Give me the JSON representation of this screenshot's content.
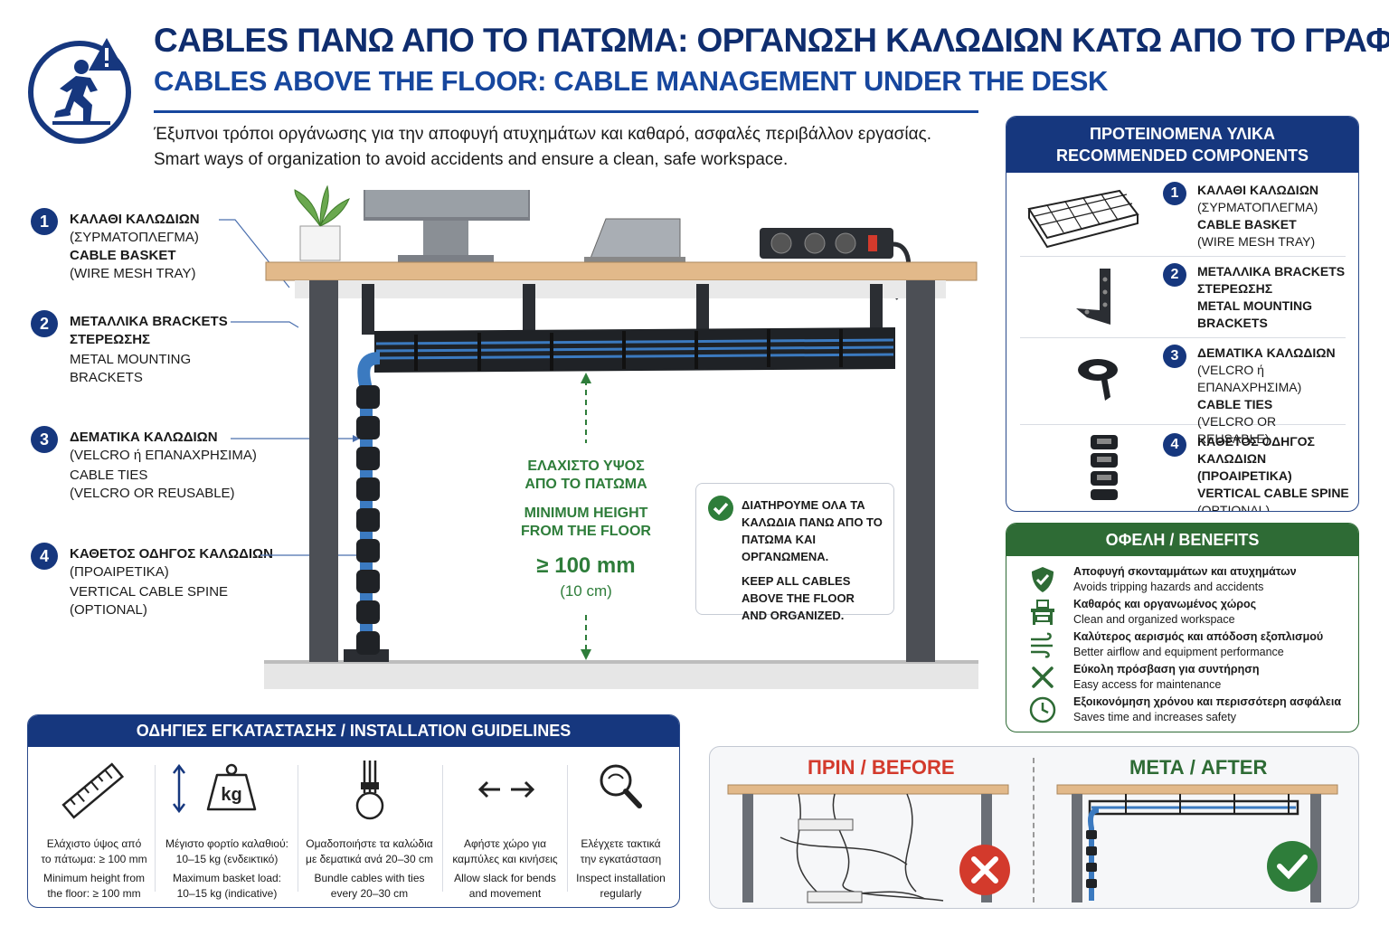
{
  "header": {
    "title": "CABLES ΠΑΝΩ ΑΠΟ ΤΟ ΠΑΤΩΜΑ: ΟΡΓΑΝΩΣΗ ΚΑΛΩΔΙΩΝ ΚΑΤΩ ΑΠΟ ΤΟ ΓΡΑΦΕΙΟ",
    "subtitle": "CABLES ABOVE THE FLOOR: CABLE MANAGEMENT UNDER THE DESK",
    "intro_gr": "Έξυπνοι τρόποι οργάνωσης για την αποφυγή ατυχημάτων και καθαρό, ασφαλές περιβάλλον εργασίας.",
    "intro_en": "Smart ways of organization to avoid accidents and ensure a clean, safe workspace."
  },
  "callouts": [
    {
      "num": "1",
      "bold1": "ΚΑΛΑΘΙ ΚΑΛΩΔΙΩΝ",
      "normal1": "(ΣΥΡΜΑΤΟΠΛΕΓΜΑ)",
      "bold2": "CABLE BASKET",
      "normal2": "(WIRE MESH TRAY)"
    },
    {
      "num": "2",
      "bold1": "ΜΕΤΑΛΛΙΚΑ BRACKETS",
      "normal1": "ΣΤΕΡΕΩΣΗΣ",
      "bold2": "METAL MOUNTING",
      "normal2": "BRACKETS"
    },
    {
      "num": "3",
      "bold1": "ΔΕΜΑΤΙΚΑ ΚΑΛΩΔΙΩΝ",
      "normal1": "(VELCRO ή ΕΠΑΝΑΧΡΗΣΙΜΑ)",
      "bold2": "CABLE TIES",
      "normal2": "(VELCRO OR REUSABLE)"
    },
    {
      "num": "4",
      "bold1": "ΚΑΘΕΤΟΣ ΟΔΗΓΟΣ ΚΑΛΩΔΙΩΝ",
      "normal1": "(ΠΡΟΑΙΡΕΤΙΚΑ)",
      "bold2": "VERTICAL CABLE SPINE",
      "normal2": "(OPTIONAL)"
    }
  ],
  "diagram": {
    "min_height_gr_1": "ΕΛΑΧΙΣΤΟ ΥΨΟΣ",
    "min_height_gr_2": "ΑΠΟ ΤΟ ΠΑΤΩΜΑ",
    "min_height_en_1": "MINIMUM HEIGHT",
    "min_height_en_2": "FROM THE FLOOR",
    "min_value": "≥ 100 mm",
    "min_value_cm": "(10 cm)",
    "note_gr_1": "ΔΙΑΤΗΡΟΥΜΕ ΟΛΑ ΤΑ",
    "note_gr_2": "ΚΑΛΩΔΙΑ ΠΑΝΩ ΑΠΟ ΤΟ",
    "note_gr_3": "ΠΑΤΩΜΑ ΚΑΙ ΟΡΓΑΝΩΜΕΝΑ.",
    "note_en_1": "KEEP ALL CABLES",
    "note_en_2": "ABOVE THE FLOOR",
    "note_en_3": "AND ORGANIZED."
  },
  "components": {
    "title_gr": "ΠΡΟΤΕΙΝΟΜΕΝΑ ΥΛΙΚΑ",
    "title_en": "RECOMMENDED COMPONENTS",
    "items": [
      {
        "num": "1",
        "lines": [
          "ΚΑΛΑΘΙ ΚΑΛΩΔΙΩΝ",
          "(ΣΥΡΜΑΤΟΠΛΕΓΜΑ)",
          "CABLE BASKET",
          "(WIRE MESH TRAY)"
        ],
        "icon": "wire-basket-icon"
      },
      {
        "num": "2",
        "lines": [
          "ΜΕΤΑΛΛΙΚΑ BRACKETS",
          "ΣΤΕΡΕΩΣΗΣ",
          "METAL MOUNTING",
          "BRACKETS"
        ],
        "icon": "bracket-icon"
      },
      {
        "num": "3",
        "lines": [
          "ΔΕΜΑΤΙΚΑ ΚΑΛΩΔΙΩΝ",
          "(VELCRO ή ΕΠΑΝΑΧΡΗΣΙΜΑ)",
          "CABLE TIES",
          "(VELCRO OR REUSABLE)"
        ],
        "icon": "velcro-tie-icon"
      },
      {
        "num": "4",
        "lines": [
          "ΚΑΘΕΤΟΣ ΟΔΗΓΟΣ",
          "ΚΑΛΩΔΙΩΝ (ΠΡΟΑΙΡΕΤΙΚΑ)",
          "VERTICAL CABLE SPINE",
          "(OPTIONAL)"
        ],
        "icon": "cable-spine-icon"
      }
    ]
  },
  "benefits": {
    "title": "ΟΦΕΛΗ / BENEFITS",
    "items": [
      {
        "gr": "Αποφυγή σκονταμμάτων και ατυχημάτων",
        "en": "Avoids tripping hazards and accidents",
        "icon": "shield-check-icon"
      },
      {
        "gr": "Καθαρός και οργανωμένος χώρος",
        "en": "Clean and organized workspace",
        "icon": "organized-desk-icon"
      },
      {
        "gr": "Καλύτερος αερισμός και απόδοση εξοπλισμού",
        "en": "Better airflow and equipment performance",
        "icon": "airflow-icon"
      },
      {
        "gr": "Εύκολη πρόσβαση για συντήρηση",
        "en": "Easy access for maintenance",
        "icon": "tools-icon"
      },
      {
        "gr": "Εξοικονόμηση χρόνου και περισσότερη ασφάλεια",
        "en": "Saves time and increases safety",
        "icon": "clock-icon"
      }
    ]
  },
  "guidelines": {
    "title": "ΟΔΗΓΙΕΣ ΕΓΚΑΤΑΣΤΑΣΗΣ / INSTALLATION GUIDELINES",
    "weight_label": "kg",
    "items": [
      {
        "gr1": "Ελάχιστο ύψος από",
        "gr2": "το πάτωμα: ≥ 100 mm",
        "en1": "Minimum height from",
        "en2": "the floor: ≥ 100 mm",
        "icon": "ruler-icon"
      },
      {
        "gr1": "Μέγιστο φορτίο καλαθιού:",
        "gr2": "10–15 kg (ενδεικτικό)",
        "en1": "Maximum basket load:",
        "en2": "10–15 kg (indicative)",
        "icon": "weight-icon"
      },
      {
        "gr1": "Ομαδοποιήστε τα καλώδια",
        "gr2": "με δεματικά ανά 20–30 cm",
        "en1": "Bundle cables with ties",
        "en2": "every 20–30 cm",
        "icon": "cable-bundle-icon"
      },
      {
        "gr1": "Αφήστε χώρο για",
        "gr2": "καμπύλες και κινήσεις",
        "en1": "Allow slack for bends",
        "en2": "and movement",
        "icon": "arrows-icon"
      },
      {
        "gr1": "Ελέγχετε τακτικά",
        "gr2": "την εγκατάσταση",
        "en1": "Inspect installation",
        "en2": "regularly",
        "icon": "magnifier-icon"
      }
    ]
  },
  "before_after": {
    "before": "ΠΡΙΝ / BEFORE",
    "after": "ΜΕΤΑ / AFTER"
  },
  "colors": {
    "navy": "#16377e",
    "title": "#0f2d6e",
    "green": "#2e6b35",
    "accent_green": "#2e7d3a",
    "red": "#d33a2c",
    "wood": "#e2b98a"
  }
}
